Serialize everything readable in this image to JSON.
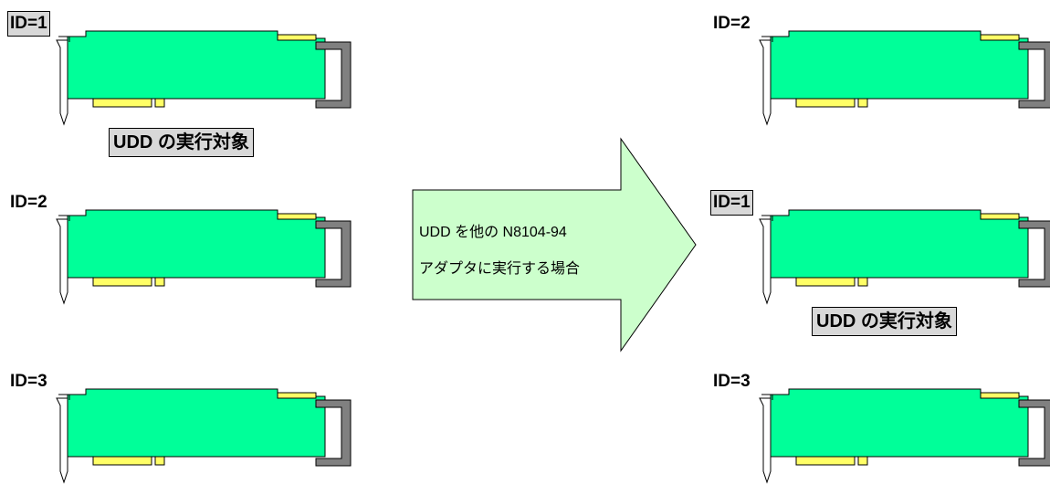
{
  "colors": {
    "board": "#00ff99",
    "gold_contacts": "#ffff66",
    "bracket": "#808080",
    "arrow_fill": "#ccffcc",
    "label_bg": "#d8d8d8"
  },
  "before": {
    "cards": [
      {
        "id_label": "ID=1",
        "is_target": true
      },
      {
        "id_label": "ID=2",
        "is_target": false
      },
      {
        "id_label": "ID=3",
        "is_target": false
      }
    ],
    "target_label": "UDD の実行対象"
  },
  "arrow": {
    "line1": "UDD を他の N8104-94",
    "line2": "アダプタに実行する場合"
  },
  "after": {
    "cards": [
      {
        "id_label": "ID=2",
        "is_target": false
      },
      {
        "id_label": "ID=1",
        "is_target": true
      },
      {
        "id_label": "ID=3",
        "is_target": false
      }
    ],
    "target_label": "UDD の実行対象"
  }
}
